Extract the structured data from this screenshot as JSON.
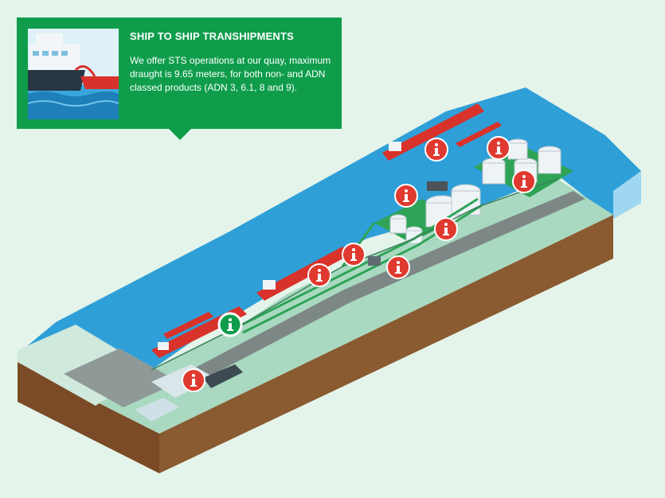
{
  "tooltip": {
    "title": "SHIP TO SHIP TRANSHIPMENTS",
    "body": "We offer STS operations at our quay, maximum draught is 9.65 meters, for both non- and ADN classed products (ADN 3, 6.1, 8 and 9)."
  },
  "hotspots": [
    {
      "name": "hotspot-sts-berth",
      "active": true
    },
    {
      "name": "hotspot-office",
      "active": false
    },
    {
      "name": "hotspot-jetty-center",
      "active": false
    },
    {
      "name": "hotspot-jetty-east",
      "active": false
    },
    {
      "name": "hotspot-pump-house",
      "active": false
    },
    {
      "name": "hotspot-tank-farm-small",
      "active": false
    },
    {
      "name": "hotspot-tank-farm-large",
      "active": false
    },
    {
      "name": "hotspot-tank-farm-west",
      "active": false
    },
    {
      "name": "hotspot-upper-jetty",
      "active": false
    },
    {
      "name": "hotspot-upper-tanks",
      "active": false
    },
    {
      "name": "hotspot-upper-tanks-south",
      "active": false
    }
  ],
  "colors": {
    "background": "#e3f4ea",
    "accent_green": "#0f9d4c",
    "hotspot_red": "#e0392f",
    "water": "#2f9fd8",
    "soil": "#7a4b26",
    "ground": "#a9d9c0"
  },
  "icons": {
    "info": "info-icon"
  }
}
